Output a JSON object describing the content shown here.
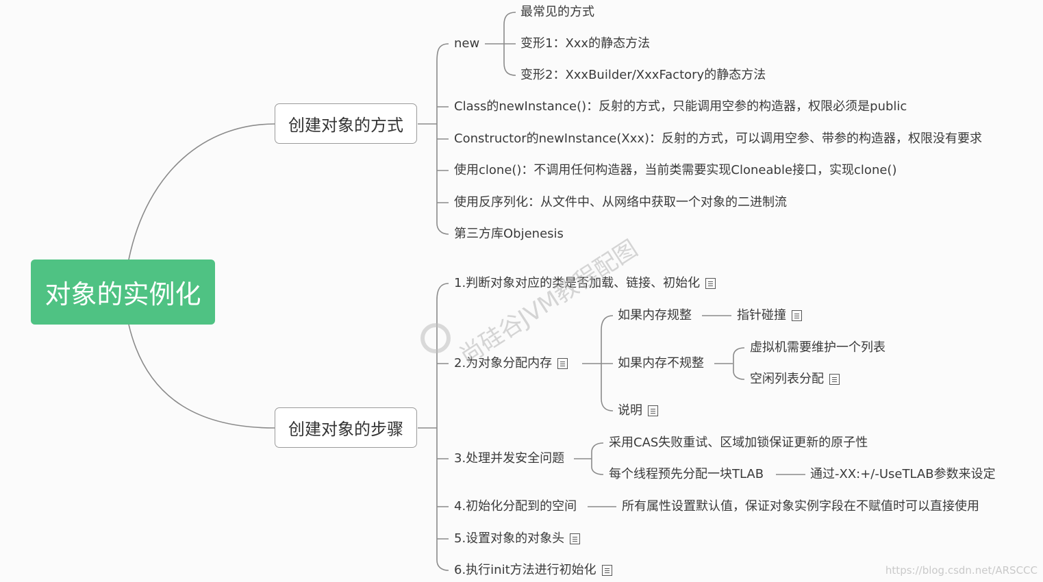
{
  "root": "对象的实例化",
  "branches": {
    "create_ways": {
      "label": "创建对象的方式",
      "new": {
        "label": "new",
        "children": [
          "最常见的方式",
          "变形1：Xxx的静态方法",
          "变形2：XxxBuilder/XxxFactory的静态方法"
        ]
      },
      "items": [
        "Class的newInstance()：反射的方式，只能调用空参的构造器，权限必须是public",
        "Constructor的newInstance(Xxx)：反射的方式，可以调用空参、带参的构造器，权限没有要求",
        "使用clone()：不调用任何构造器，当前类需要实现Cloneable接口，实现clone()",
        "使用反序列化：从文件中、从网络中获取一个对象的二进制流",
        "第三方库Objenesis"
      ]
    },
    "create_steps": {
      "label": "创建对象的步骤",
      "step1": "1.判断对象对应的类是否加载、链接、初始化",
      "step2": {
        "label": "2.为对象分配内存",
        "regular": "如果内存规整",
        "regular_child": "指针碰撞",
        "irregular": "如果内存不规整",
        "irregular_children": [
          "虚拟机需要维护一个列表",
          "空闲列表分配"
        ],
        "note": "说明"
      },
      "step3": {
        "label": "3.处理并发安全问题",
        "children": [
          "采用CAS失败重试、区域加锁保证更新的原子性",
          "每个线程预先分配一块TLAB"
        ],
        "tlab_child": "通过-XX:+/-UseTLAB参数来设定"
      },
      "step4": {
        "label": "4.初始化分配到的空间",
        "child": "所有属性设置默认值，保证对象实例字段在不赋值时可以直接使用"
      },
      "step5": "5.设置对象的对象头",
      "step6": "6.执行init方法进行初始化"
    }
  },
  "watermark": "尚硅谷JVM教程配图",
  "credit": "https://blog.csdn.net/ARSCCC",
  "colors": {
    "root_bg": "#4fc283",
    "line": "#8a8a8a"
  },
  "icons": {
    "note": "note-icon"
  }
}
